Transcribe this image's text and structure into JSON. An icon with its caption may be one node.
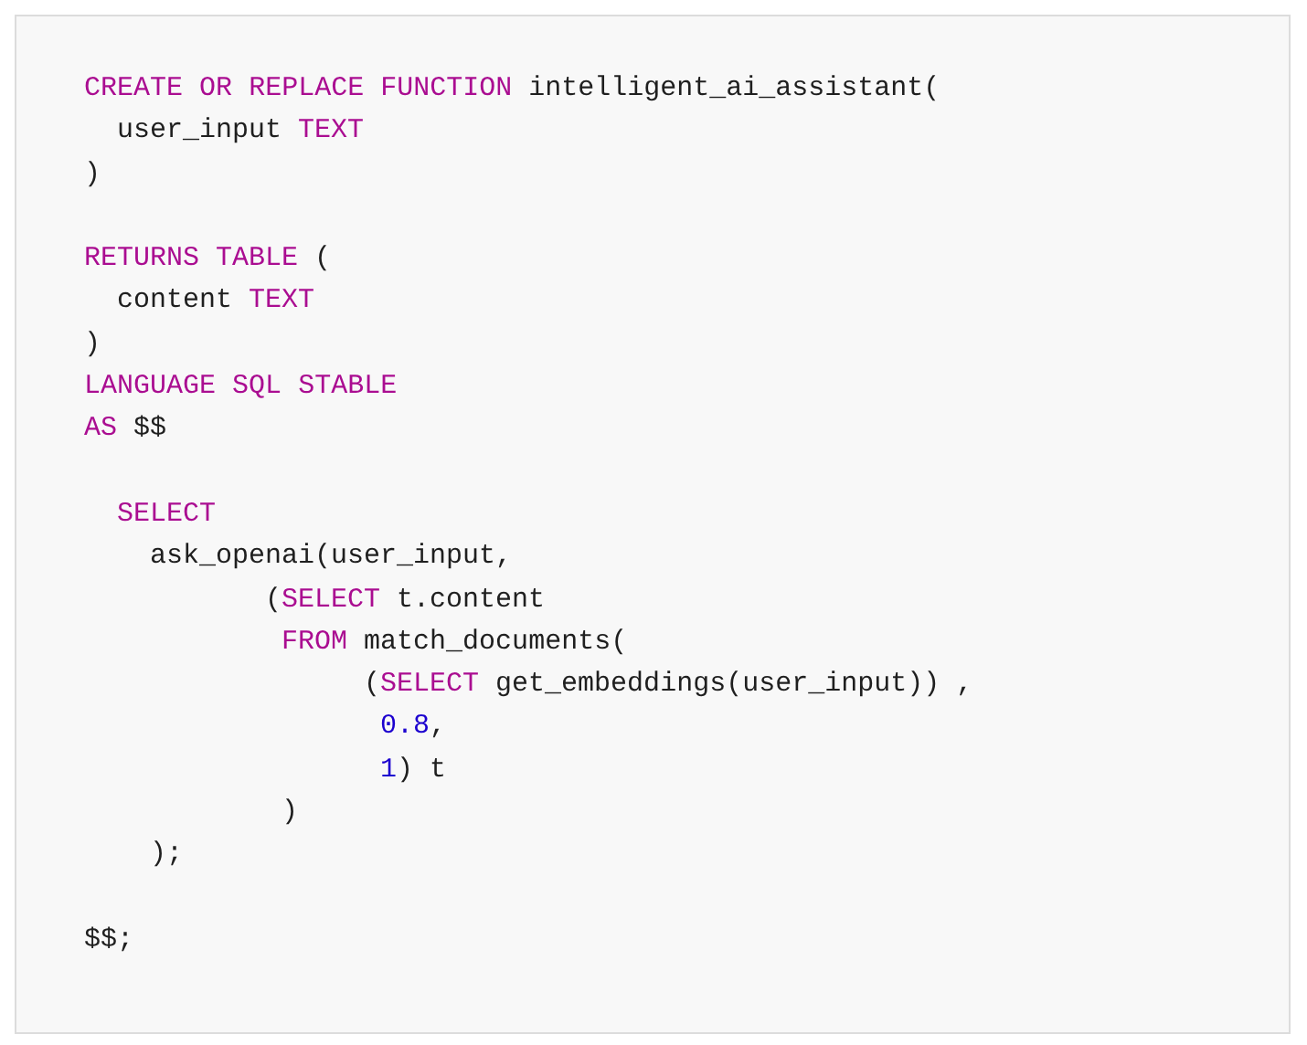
{
  "diagram": {
    "labels": [
      "CREATE OR REPLACE FUNCTION intelligent_ai_assistant(",
      "  user_input TEXT",
      ")",
      "RETURNS TABLE (",
      "  content TEXT",
      ")",
      "LANGUAGE SQL STABLE",
      "AS $$",
      "  SELECT",
      "    ask_openai(user_input,",
      "           (SELECT t.content",
      "            FROM match_documents(",
      "                 (SELECT get_embeddings(user_input)) ,",
      "                  0.8,",
      "                  1) t",
      "            )",
      "    );",
      "$$;"
    ]
  }
}
